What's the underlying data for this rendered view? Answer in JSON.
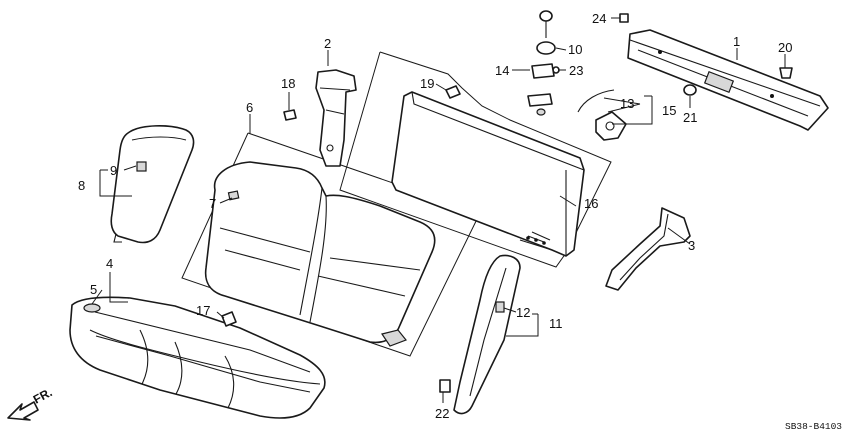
{
  "callouts": {
    "c1": "1",
    "c2": "2",
    "c3": "3",
    "c4": "4",
    "c5": "5",
    "c6": "6",
    "c7": "7",
    "c8": "8",
    "c9": "9",
    "c10": "10",
    "c11": "11",
    "c12": "12",
    "c13": "13",
    "c14": "14",
    "c15": "15",
    "c16": "16",
    "c17": "17",
    "c18": "18",
    "c19": "19",
    "c20": "20",
    "c21": "21",
    "c22": "22",
    "c23": "23",
    "c24": "24"
  },
  "front_arrow_label": "FR.",
  "diagram_code": "SB38-B4103"
}
